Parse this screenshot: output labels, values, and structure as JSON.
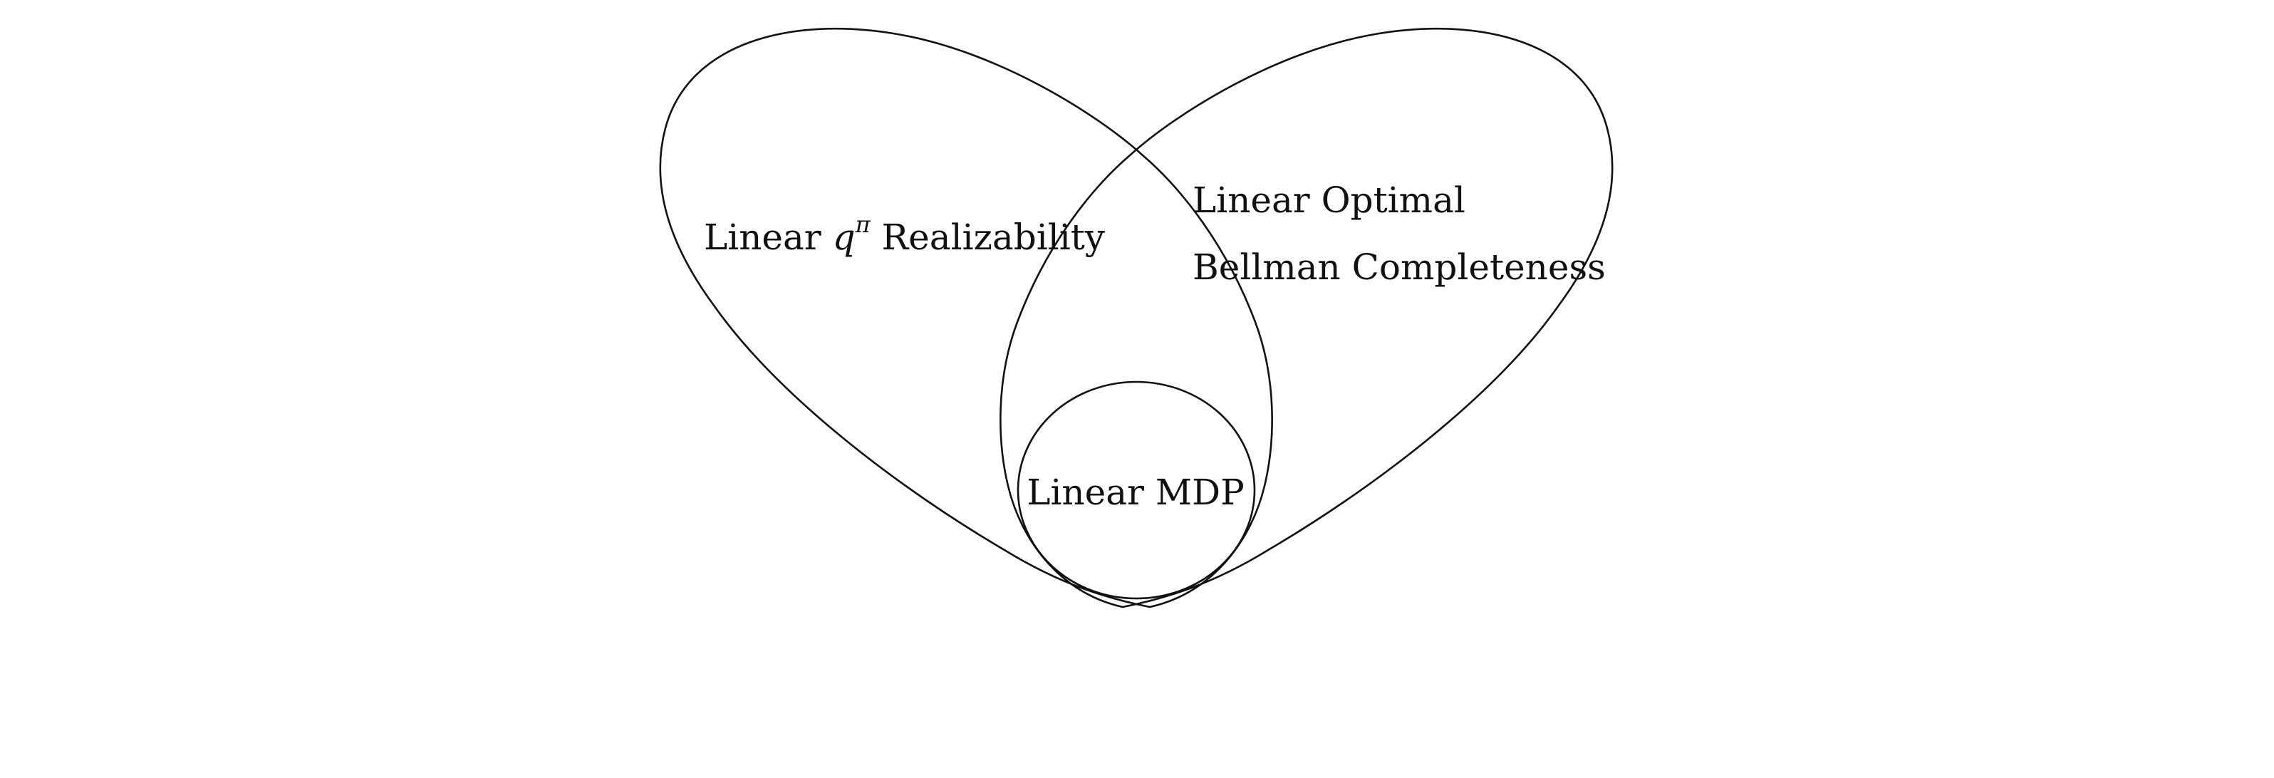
{
  "diagram": {
    "type": "venn",
    "sets": [
      {
        "id": "linear-q-pi-realizability",
        "label_prefix": "Linear ",
        "label_symbol": "q",
        "label_superscript": "π",
        "label_suffix": " Realizability"
      },
      {
        "id": "linear-optimal-bellman-completeness",
        "label_line1": "Linear Optimal",
        "label_line2": "Bellman Completeness"
      },
      {
        "id": "linear-mdp",
        "label": "Linear MDP"
      }
    ],
    "relations": [
      {
        "subset": "linear-mdp",
        "of": [
          "linear-q-pi-realizability",
          "linear-optimal-bellman-completeness"
        ]
      }
    ],
    "colors": {
      "stroke": "#111111",
      "text": "#111111",
      "background": "#ffffff"
    }
  }
}
